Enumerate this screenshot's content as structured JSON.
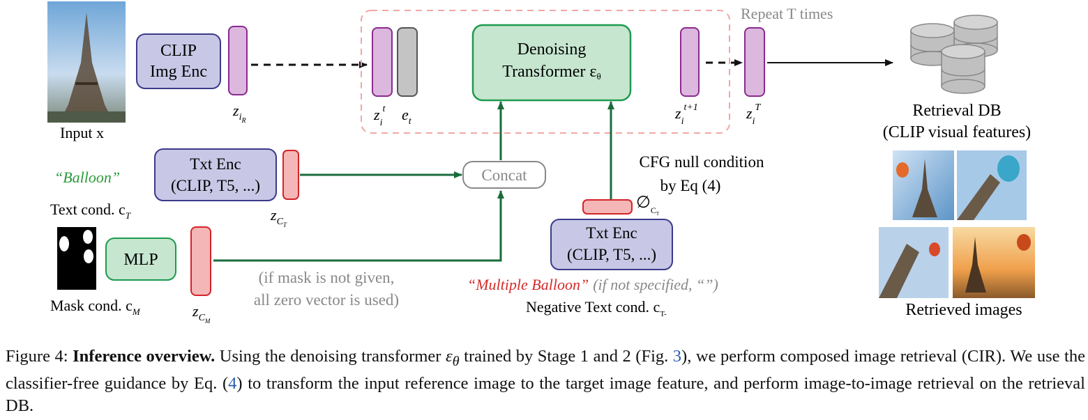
{
  "diagram": {
    "input_label": "Input x",
    "clip_img_enc": [
      "CLIP",
      "Img Enc"
    ],
    "z_ir": "z",
    "z_ir_sub": "i",
    "z_ir_subsub": "R",
    "zit": "z",
    "zit_sub": "i",
    "zit_sup": "t",
    "et": "e",
    "et_sub": "t",
    "denoiser": [
      "Denoising",
      "Transformer ε"
    ],
    "denoiser_sub": "θ",
    "zit1": "z",
    "zit1_sub": "i",
    "zit1_sup": "t+1",
    "ziT": "z",
    "ziT_sub": "i",
    "ziT_sup": "T",
    "repeat": "Repeat T times",
    "retrieval_db": [
      "Retrieval DB",
      "(CLIP visual features)"
    ],
    "retrieved_images": "Retrieved images",
    "balloon": "“Balloon”",
    "text_cond": "Text cond. c",
    "text_cond_sub": "T",
    "txt_enc": [
      "Txt Enc",
      "(CLIP, T5, ...)"
    ],
    "z_ct": "z",
    "z_ct_sub": "C",
    "z_ct_subsub": "T",
    "concat": "Concat",
    "mask_cond": "Mask cond. c",
    "mask_cond_sub": "M",
    "mlp": "MLP",
    "z_cm": "z",
    "z_cm_sub": "C",
    "z_cm_subsub": "M",
    "mask_note": [
      "(if mask is not given,",
      "all zero vector is used)"
    ],
    "cfg": [
      "CFG null condition",
      "by Eq (4)"
    ],
    "null_sym": "∅",
    "null_sub": "C",
    "null_subsub": "T",
    "neg_txt_enc": [
      "Txt Enc",
      "(CLIP, T5, ...)"
    ],
    "multiple_balloon": "“Multiple Balloon”",
    "not_specified": "(if not specified, “”)",
    "neg_text_cond": "Negative Text cond. c",
    "neg_text_cond_sub": "T",
    "neg_text_cond_subsub": "-"
  },
  "caption": {
    "prefix": "Figure 4: ",
    "bold": "Inference overview.",
    "t1": " Using the denoising transformer ",
    "eps": "ε",
    "eps_sub": "θ",
    "t2": " trained by Stage 1 and 2 (Fig. ",
    "ref1": "3",
    "t3": "), we perform composed image retrieval (CIR). We use the classifier-free guidance by Eq. (",
    "ref2": "4",
    "t4": ") to transform the input reference image to the target image feature, and perform image-to-image retrieval on the retrieval DB."
  },
  "colors": {
    "purple_box": "#c8c8e6",
    "purple_border": "#3a3a8a",
    "vec_purple": "#dcb7de",
    "vec_purple_border": "#8a2a8f",
    "vec_red": "#f4b6b6",
    "vec_red_border": "#d4232a",
    "green_box": "#c6e6cf",
    "green_border": "#1e9a4e",
    "arrow_green": "#1a6b3c",
    "dashed_pink": "#f2a6a6",
    "balloon_green": "#2a9a3a",
    "multiple_red": "#d42a2a"
  }
}
